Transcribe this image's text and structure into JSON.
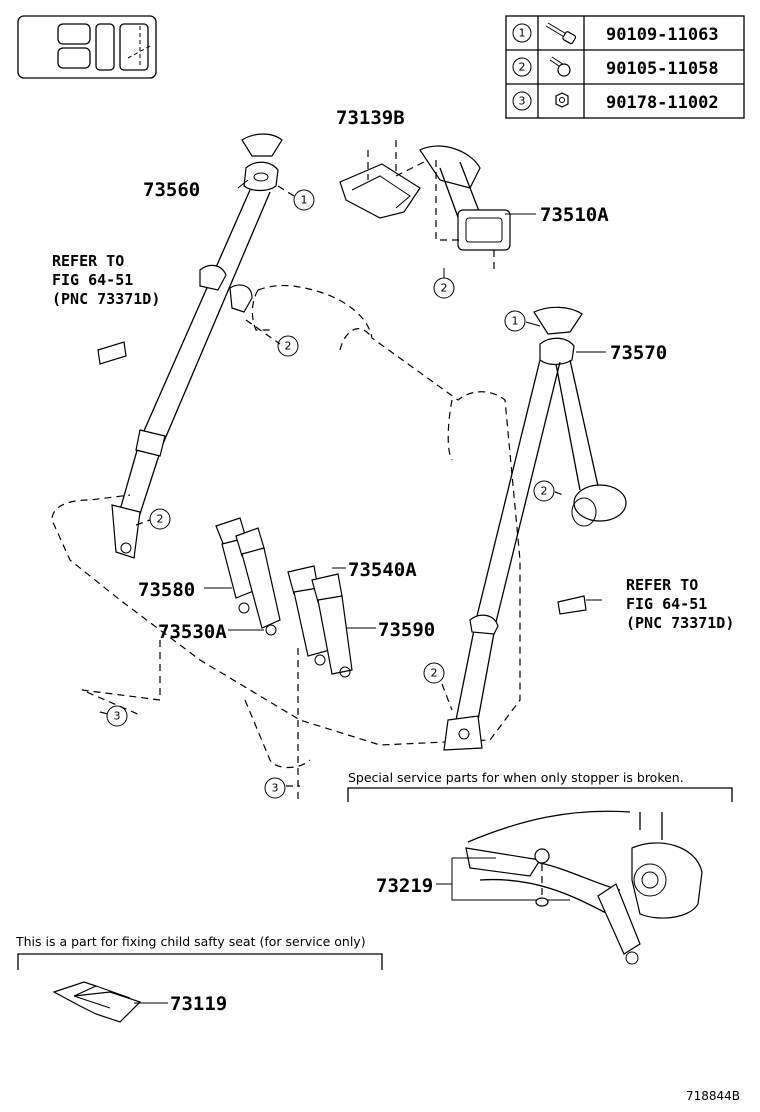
{
  "legend_table": {
    "rows": [
      {
        "num": "1",
        "icon": "long-bolt-icon",
        "part": "90109-11063"
      },
      {
        "num": "2",
        "icon": "bolt-icon",
        "part": "90105-11058"
      },
      {
        "num": "3",
        "icon": "nut-icon",
        "part": "90178-11002"
      }
    ]
  },
  "part_labels": {
    "p73139b": "73139B",
    "p73560": "73560",
    "p73510a": "73510A",
    "p73570": "73570",
    "p73540a": "73540A",
    "p73580": "73580",
    "p73530a": "73530A",
    "p73590": "73590",
    "p73219": "73219",
    "p73119": "73119"
  },
  "refer_left": {
    "line1": "REFER TO",
    "line2": "FIG 64-51",
    "line3": "(PNC 73371D)"
  },
  "refer_right": {
    "line1": "REFER TO",
    "line2": "FIG 64-51",
    "line3": "(PNC 73371D)"
  },
  "callouts": {
    "c1": "1",
    "c2": "2",
    "c3": "3"
  },
  "notes": {
    "stopper": "Special service parts for when only stopper is broken.",
    "child_seat": "This is a part for fixing child safty seat (for service only)"
  },
  "figure_id": "718844B"
}
